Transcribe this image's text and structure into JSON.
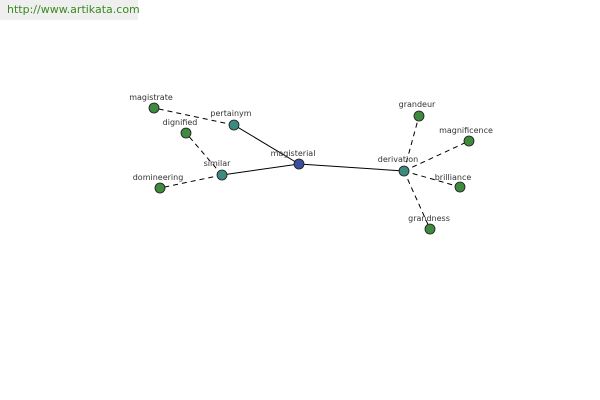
{
  "banner": {
    "url_text": "http://www.artikata.com"
  },
  "colors": {
    "background": "#ffffff",
    "banner_background": "#efefef",
    "link": "#3a8a1e",
    "center_node": "#3b4f9e",
    "relation_node": "#3d8a80",
    "word_node": "#3f8a3f",
    "edge": "#000000",
    "label": "#333333"
  },
  "graph": {
    "center": {
      "id": "magisterial",
      "label": "magisterial",
      "kind": "center"
    },
    "relations": [
      {
        "id": "pertainym",
        "label": "pertainym",
        "kind": "relation"
      },
      {
        "id": "similar",
        "label": "similar",
        "kind": "relation"
      },
      {
        "id": "derivation",
        "label": "derivation",
        "kind": "relation"
      }
    ],
    "words": [
      {
        "id": "magistrate",
        "label": "magistrate",
        "kind": "word",
        "relation": "pertainym"
      },
      {
        "id": "dignified",
        "label": "dignified",
        "kind": "word",
        "relation": "similar"
      },
      {
        "id": "domineering",
        "label": "domineering",
        "kind": "word",
        "relation": "similar"
      },
      {
        "id": "grandeur",
        "label": "grandeur",
        "kind": "word",
        "relation": "derivation"
      },
      {
        "id": "magnificence",
        "label": "magnificence",
        "kind": "word",
        "relation": "derivation"
      },
      {
        "id": "brilliance",
        "label": "brilliance",
        "kind": "word",
        "relation": "derivation"
      },
      {
        "id": "grandness",
        "label": "grandness",
        "kind": "word",
        "relation": "derivation"
      }
    ],
    "edges": [
      {
        "from": "magisterial",
        "to": "pertainym",
        "style": "solid"
      },
      {
        "from": "magisterial",
        "to": "similar",
        "style": "solid"
      },
      {
        "from": "magisterial",
        "to": "derivation",
        "style": "solid"
      },
      {
        "from": "pertainym",
        "to": "magistrate",
        "style": "dashed"
      },
      {
        "from": "similar",
        "to": "dignified",
        "style": "dashed"
      },
      {
        "from": "similar",
        "to": "domineering",
        "style": "dashed"
      },
      {
        "from": "derivation",
        "to": "grandeur",
        "style": "dashed"
      },
      {
        "from": "derivation",
        "to": "magnificence",
        "style": "dashed"
      },
      {
        "from": "derivation",
        "to": "brilliance",
        "style": "dashed"
      },
      {
        "from": "derivation",
        "to": "grandness",
        "style": "dashed"
      }
    ]
  }
}
